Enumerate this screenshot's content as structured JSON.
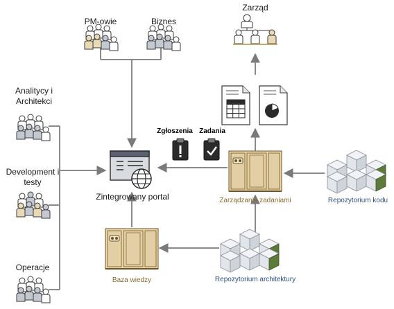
{
  "colors": {
    "line": "#8a8a8a",
    "tan": "#e9dcc2",
    "tan_dark": "#8a6d2f",
    "people_gray": "#b9bec6",
    "people_tan": "#e6d6b3",
    "cube": "#e3e6ec",
    "cube_accent": "#5a7a3a"
  },
  "labels": {
    "pm": "PM-owie",
    "biznes": "Biznes",
    "zarzad": "Zarząd",
    "analitycy_line1": "Analitycy i",
    "analitycy_line2": "Architekci",
    "development_line1": "Development i",
    "development_line2": "testy",
    "operacje": "Operacje",
    "portal": "Zintegrowany portal",
    "zgloszenia": "Zgłoszenia",
    "zadania": "Zadania",
    "zarzadzanie": "Zarządzanie zadaniami",
    "repo_kodu": "Repozytorium kodu",
    "baza_wiedzy": "Baza wiedzy",
    "repo_arch": "Repozytorium architektury"
  },
  "icons": {
    "people": "people-group-icon",
    "org_chart": "org-chart-icon",
    "spreadsheet_doc": "spreadsheet-document-icon",
    "chart_doc": "pie-chart-document-icon",
    "clipboard_alert": "clipboard-alert-icon",
    "clipboard_check": "clipboard-check-icon",
    "portal": "portal-window-icon",
    "globe": "globe-icon",
    "server": "server-rack-icon",
    "cubes": "cubes-repository-icon"
  }
}
